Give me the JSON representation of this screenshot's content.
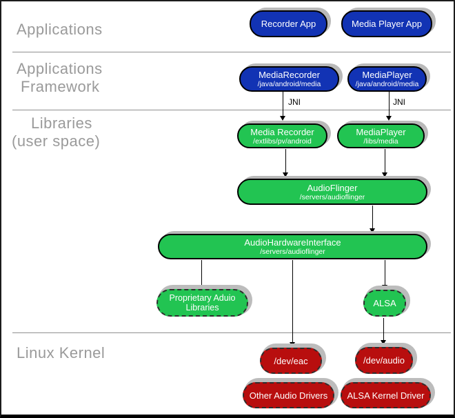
{
  "layer_labels": {
    "applications": "Applications",
    "framework_l1": "Applications",
    "framework_l2": "Framework",
    "libraries_l1": "Libraries",
    "libraries_l2": "(user space)",
    "kernel": "Linux Kernel"
  },
  "nodes": {
    "recorder_app": {
      "title": "Recorder App"
    },
    "media_player_app": {
      "title": "Media Player App"
    },
    "media_recorder_fw": {
      "title": "MediaRecorder",
      "subtitle": "/java/android/media"
    },
    "media_player_fw": {
      "title": "MediaPlayer",
      "subtitle": "/java/android/media"
    },
    "media_recorder_lib": {
      "title": "Media Recorder",
      "subtitle": "/extlibs/pv/android"
    },
    "media_player_lib": {
      "title": "MediaPlayer",
      "subtitle": "/libs/media"
    },
    "audioflinger": {
      "title": "AudioFlinger",
      "subtitle": "/servers/audioflinger"
    },
    "audio_hw_interface": {
      "title": "AudioHardwareInterface",
      "subtitle": "/servers/audioflinger"
    },
    "proprietary_libs": {
      "line1": "Proprietary Aduio",
      "line2": "Libraries"
    },
    "alsa": {
      "title": "ALSA"
    },
    "dev_eac": {
      "title": "/dev/eac"
    },
    "dev_audio": {
      "title": "/dev/audio"
    },
    "other_audio_drivers": {
      "title": "Other Audio Drivers"
    },
    "alsa_kernel_driver": {
      "title": "ALSA Kernel Driver"
    }
  },
  "edge_labels": {
    "jni_left": "JNI",
    "jni_right": "JNI"
  },
  "colors": {
    "app_blue": "#1233b4",
    "lib_green": "#22c452",
    "kernel_red": "#b80e0e",
    "shadow_gray": "#b9b9b9",
    "layer_label_gray": "#9a9a9a",
    "separator_gray": "#8f8f8f",
    "box_text": "#ffffff"
  }
}
